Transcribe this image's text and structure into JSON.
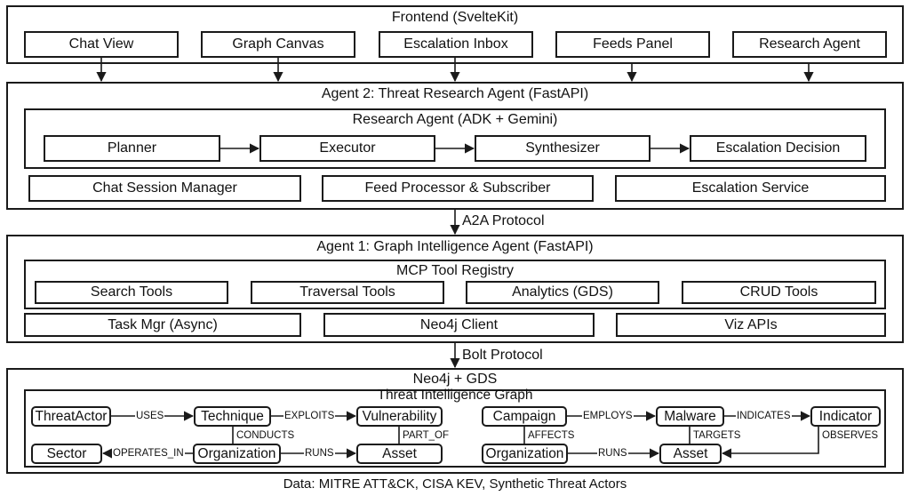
{
  "frontend": {
    "title": "Frontend (SvelteKit)",
    "items": [
      {
        "label": "Chat View"
      },
      {
        "label": "Graph Canvas"
      },
      {
        "label": "Escalation Inbox"
      },
      {
        "label": "Feeds Panel"
      },
      {
        "label": "Research Agent"
      }
    ]
  },
  "agent2": {
    "title": "Agent 2: Threat Research Agent (FastAPI)",
    "research_agent": {
      "title": "Research Agent (ADK + Gemini)",
      "pipeline": [
        {
          "label": "Planner"
        },
        {
          "label": "Executor"
        },
        {
          "label": "Synthesizer"
        },
        {
          "label": "Escalation Decision"
        }
      ]
    },
    "services": [
      {
        "label": "Chat Session Manager"
      },
      {
        "label": "Feed Processor & Subscriber"
      },
      {
        "label": "Escalation Service"
      }
    ]
  },
  "protocol_a2a": "A2A Protocol",
  "agent1": {
    "title": "Agent 1: Graph Intelligence Agent (FastAPI)",
    "mcp": {
      "title": "MCP Tool Registry",
      "tools": [
        {
          "label": "Search Tools"
        },
        {
          "label": "Traversal Tools"
        },
        {
          "label": "Analytics (GDS)"
        },
        {
          "label": "CRUD Tools"
        }
      ]
    },
    "services": [
      {
        "label": "Task Mgr (Async)"
      },
      {
        "label": "Neo4j Client"
      },
      {
        "label": "Viz APIs"
      }
    ]
  },
  "protocol_bolt": "Bolt Protocol",
  "neo4j": {
    "title": "Neo4j + GDS",
    "graph": {
      "title": "Threat Intelligence Graph",
      "nodes": {
        "threatactor": "ThreatActor",
        "technique": "Technique",
        "vulnerability": "Vulnerability",
        "sector": "Sector",
        "organization_left": "Organization",
        "asset_left": "Asset",
        "campaign": "Campaign",
        "malware": "Malware",
        "indicator": "Indicator",
        "organization_right": "Organization",
        "asset_right": "Asset"
      },
      "edges": {
        "uses": "USES",
        "exploits": "EXPLOITS",
        "conducts": "CONDUCTS",
        "part_of": "PART_OF",
        "operates_in": "OPERATES_IN",
        "runs_left": "RUNS",
        "employs": "EMPLOYS",
        "indicates": "INDICATES",
        "affects": "AFFECTS",
        "targets": "TARGETS",
        "observes": "OBSERVES",
        "runs_right": "RUNS"
      }
    }
  },
  "footer": "Data: MITRE ATT&CK, CISA KEV, Synthetic Threat Actors"
}
